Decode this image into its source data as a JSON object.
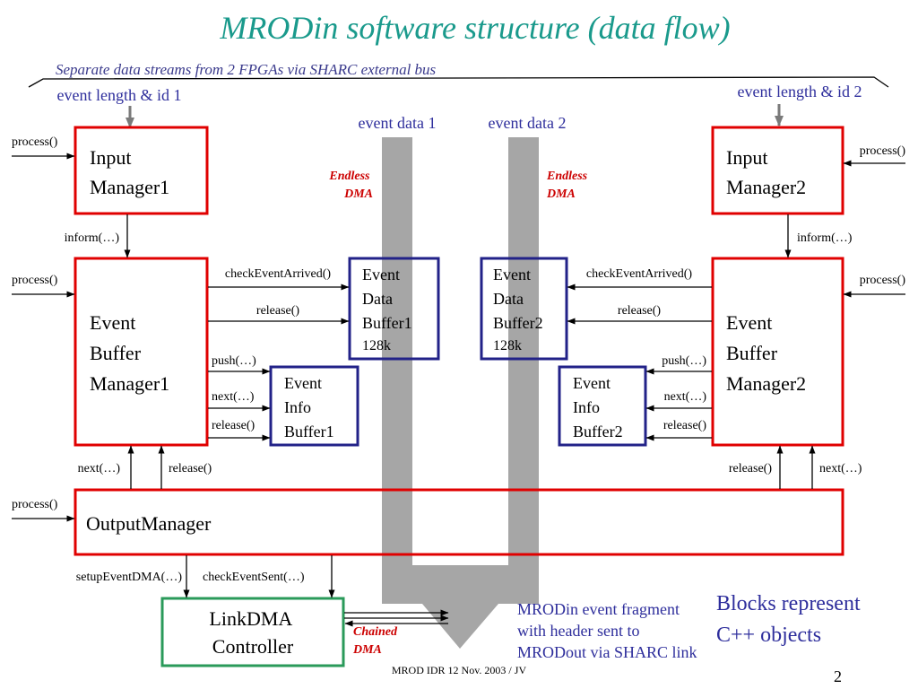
{
  "title": "MRODin software structure (data flow)",
  "subtitle": "Separate data streams from 2 FPGAs via SHARC external bus",
  "blue_labels": {
    "event_length_1": "event length & id 1",
    "event_length_2": "event length & id 2",
    "event_data_1": "event data 1",
    "event_data_2": "event data 2"
  },
  "boxes": {
    "input_manager_1": [
      "Input",
      "Manager1"
    ],
    "input_manager_2": [
      "Input",
      "Manager2"
    ],
    "event_buffer_manager_1": [
      "Event",
      "Buffer",
      "Manager1"
    ],
    "event_buffer_manager_2": [
      "Event",
      "Buffer",
      "Manager2"
    ],
    "event_data_buffer_1": [
      "Event",
      "Data",
      "Buffer1",
      "128k"
    ],
    "event_data_buffer_2": [
      "Event",
      "Data",
      "Buffer2",
      "128k"
    ],
    "event_info_buffer_1": [
      "Event",
      "Info",
      "Buffer1"
    ],
    "event_info_buffer_2": [
      "Event",
      "Info",
      "Buffer2"
    ],
    "output_manager": "OutputManager",
    "link_dma_controller": [
      "LinkDMA",
      "Controller"
    ]
  },
  "calls": {
    "process": "process()",
    "inform": "inform(…)",
    "check_event_arrived": "checkEventArrived()",
    "release": "release()",
    "push": "push(…)",
    "next": "next(…)",
    "setup_event_dma": "setupEventDMA(…)",
    "check_event_sent": "checkEventSent(…)"
  },
  "red_notes": {
    "endless": "Endless",
    "dma": "DMA",
    "chained": "Chained"
  },
  "fragment_note": [
    "MRODin event fragment",
    "with header sent to",
    "MRODout via SHARC link"
  ],
  "legend": [
    "Blocks represent",
    "C++ objects"
  ],
  "footer": "MROD IDR 12 Nov. 2003 / JV",
  "page_number": "2",
  "colors": {
    "title": "#1a9a8c",
    "manager_border": "#e00000",
    "buffer_border": "#222288",
    "link_border": "#2a9a5a",
    "data_flow": "#a6a6a6",
    "note_red": "#cc0000",
    "label_blue": "#2e2e9c"
  }
}
